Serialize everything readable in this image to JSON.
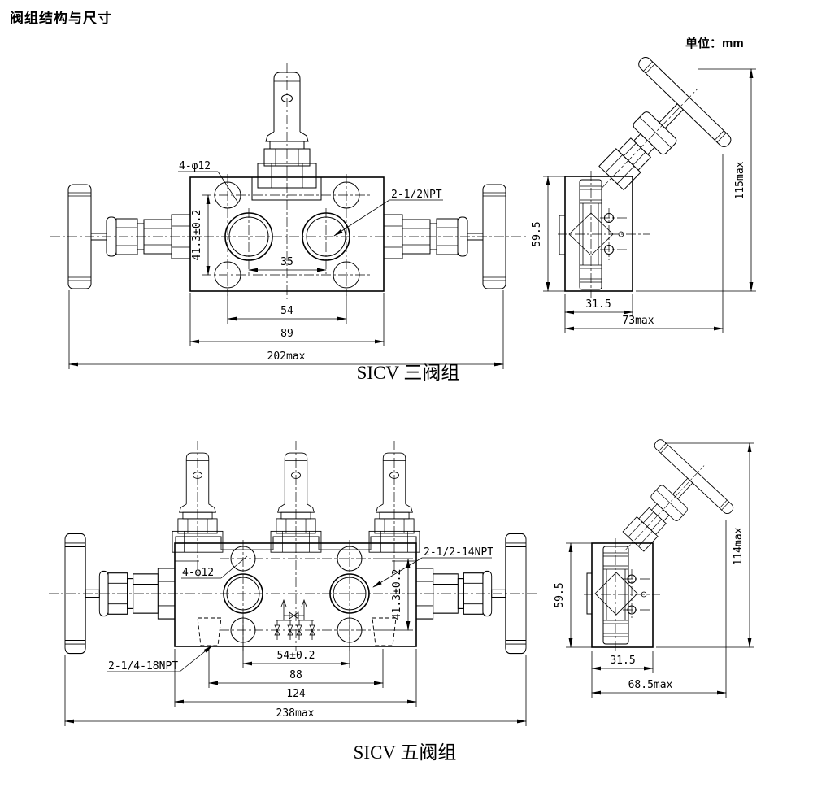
{
  "page": {
    "title": "阀组结构与尺寸",
    "unit": "单位：mm"
  },
  "d1": {
    "caption": "SICV 三阀组",
    "label_holes": "4-φ12",
    "label_port": "2-1/2NPT",
    "dim_vertical": "41.3±0.2",
    "dim_ports": "35",
    "dim_holes": "54",
    "dim_body": "89",
    "dim_overall": "202max",
    "side_height": "59.5",
    "side_depth": "31.5",
    "side_depth_max": "73max",
    "side_height_max": "115max"
  },
  "d2": {
    "caption": "SICV 五阀组",
    "label_holes": "4-φ12",
    "label_port": "2-1/2-14NPT",
    "label_bottom_port": "2-1/4-18NPT",
    "dim_vertical": "41.3±0.2",
    "dim_ports": "54±0.2",
    "dim_bottom_ports": "88",
    "dim_body": "124",
    "dim_overall": "238max",
    "side_height": "59.5",
    "side_depth": "31.5",
    "side_depth_max": "68.5max",
    "side_height_max": "114max"
  }
}
